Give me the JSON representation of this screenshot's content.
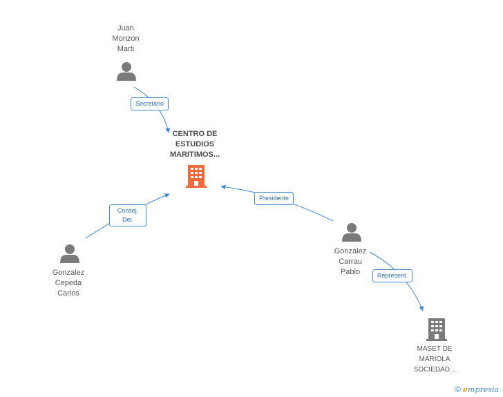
{
  "nodes": {
    "main_company": {
      "label_lines": [
        "CENTRO DE",
        "ESTUDIOS",
        "MARITIMOS..."
      ],
      "color": "#f06a3c"
    },
    "juan": {
      "label_lines": [
        "Juan",
        "Monzon",
        "Marti"
      ]
    },
    "gonzalez_cepeda": {
      "label_lines": [
        "Gonzalez",
        "Cepeda",
        "Carlos"
      ]
    },
    "gonzalez_carrau": {
      "label_lines": [
        "Gonzalez",
        "Carrau",
        "Pablo"
      ]
    },
    "maset": {
      "label_lines": [
        "MASET DE",
        "MARIOLA",
        "SOCIEDAD..."
      ],
      "color": "#7a7a7a"
    }
  },
  "edges": {
    "secretario": "Secretario",
    "consej": [
      "Consej.",
      "Del."
    ],
    "presidente": "Presidente",
    "represent": "Represent."
  },
  "footer": {
    "copyright": "©",
    "brand_e": "e",
    "brand_rest": "mpresia"
  },
  "colors": {
    "edge": "#3f8ad7",
    "person": "#7a7a7a"
  }
}
